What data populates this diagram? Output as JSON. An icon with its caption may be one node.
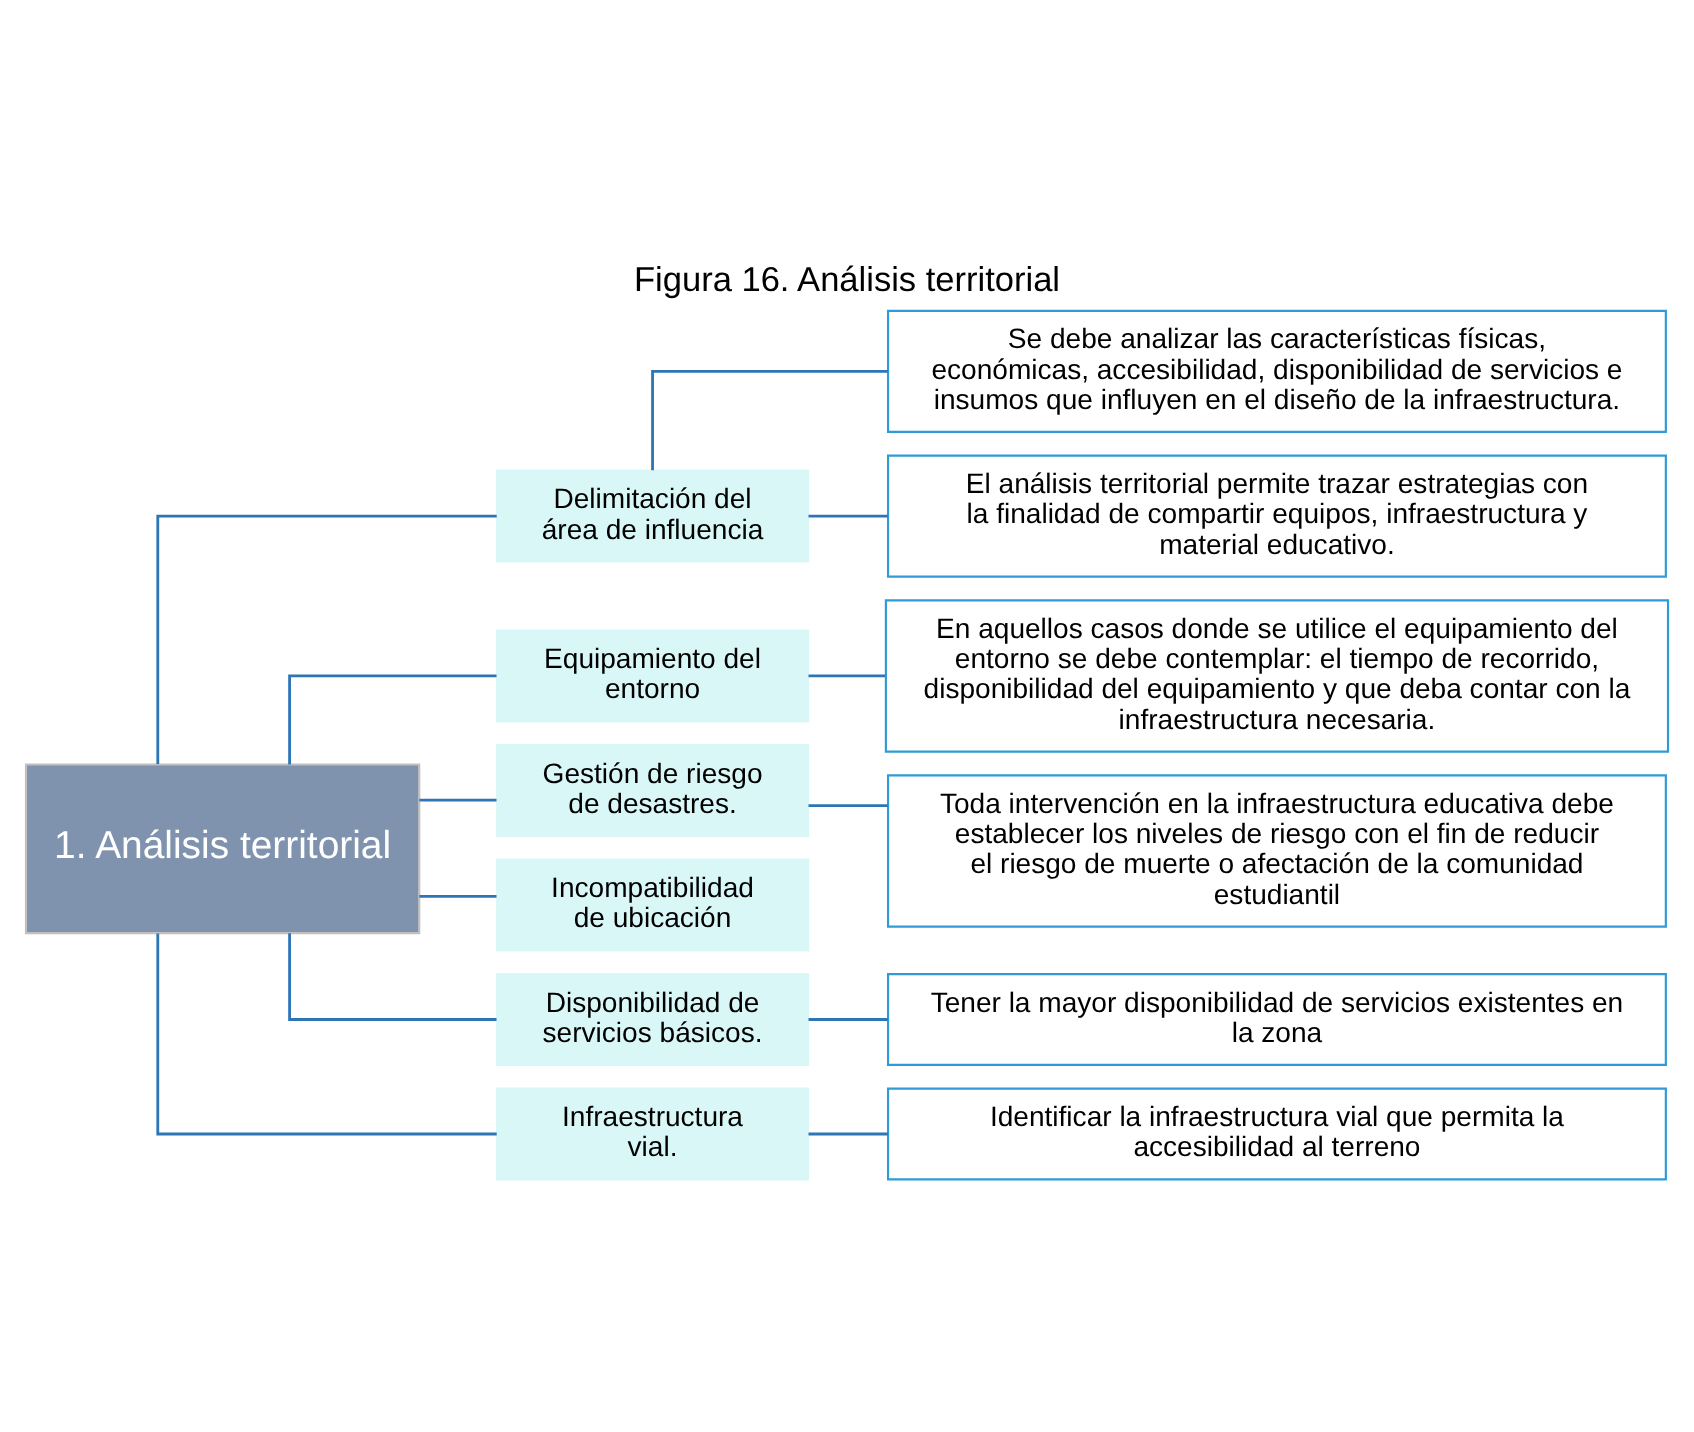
{
  "diagram": {
    "title": "Figura 16. Análisis territorial",
    "nodes": [
      {
        "text": [
          "1. Análisis territorial"
        ]
      },
      {
        "text": [
          "Delimitación del área de influencia"
        ]
      },
      {
        "text": [
          "Se debe analizar las características físicas, económicas, accesibilidad, disponibilidad de servicios e insumos que influyen en el diseño de la infraestructura."
        ]
      },
      {
        "text": [
          "El análisis territorial permite trazar estrategias con la finalidad de compartir equipos, infraestructura y material educativo."
        ]
      },
      {
        "text": [
          "Equipamiento del entorno"
        ]
      },
      {
        "text": [
          "En aquellos casos donde se utilice el equipamiento del entorno se debe contemplar: el tiempo de recorrido, disponibilidad del equipamiento y que deba contar con la infraestructura necesaria."
        ]
      },
      {
        "text": [
          "Gestión de riesgo de desastres."
        ]
      },
      {
        "text": [
          "Toda intervención en la infraestructura educativa debe establecer los niveles de riesgo con el fin de reducir el riesgo de muerte o afectación de la comunidad estudiantil"
        ]
      },
      {
        "text": [
          "Incompatibilidad de ubicación"
        ]
      },
      {
        "text": [
          "Disponibilidad de servicios básicos."
        ]
      },
      {
        "text": [
          "Tener la mayor disponibilidad de servicios existentes en la zona"
        ]
      },
      {
        "text": [
          "Infraestructura vial."
        ]
      },
      {
        "text": [
          "Identificar la infraestructura vial que permita la accesibilidad al terreno"
        ]
      }
    ],
    "edges": [
      {
        "from": 0,
        "to": 1,
        "arrow": "none"
      },
      {
        "from": 0,
        "to": 4,
        "arrow": "none"
      },
      {
        "from": 0,
        "to": 6,
        "arrow": "none"
      },
      {
        "from": 0,
        "to": 8,
        "arrow": "none"
      },
      {
        "from": 0,
        "to": 9,
        "arrow": "none"
      },
      {
        "from": 0,
        "to": 11,
        "arrow": "none"
      },
      {
        "from": 1,
        "to": 2,
        "arrow": "none"
      },
      {
        "from": 1,
        "to": 3,
        "arrow": "none"
      },
      {
        "from": 4,
        "to": 5,
        "arrow": "none"
      },
      {
        "from": 6,
        "to": 7,
        "arrow": "none"
      },
      {
        "from": 9,
        "to": 10,
        "arrow": "none"
      },
      {
        "from": 11,
        "to": 12,
        "arrow": "none"
      }
    ]
  }
}
